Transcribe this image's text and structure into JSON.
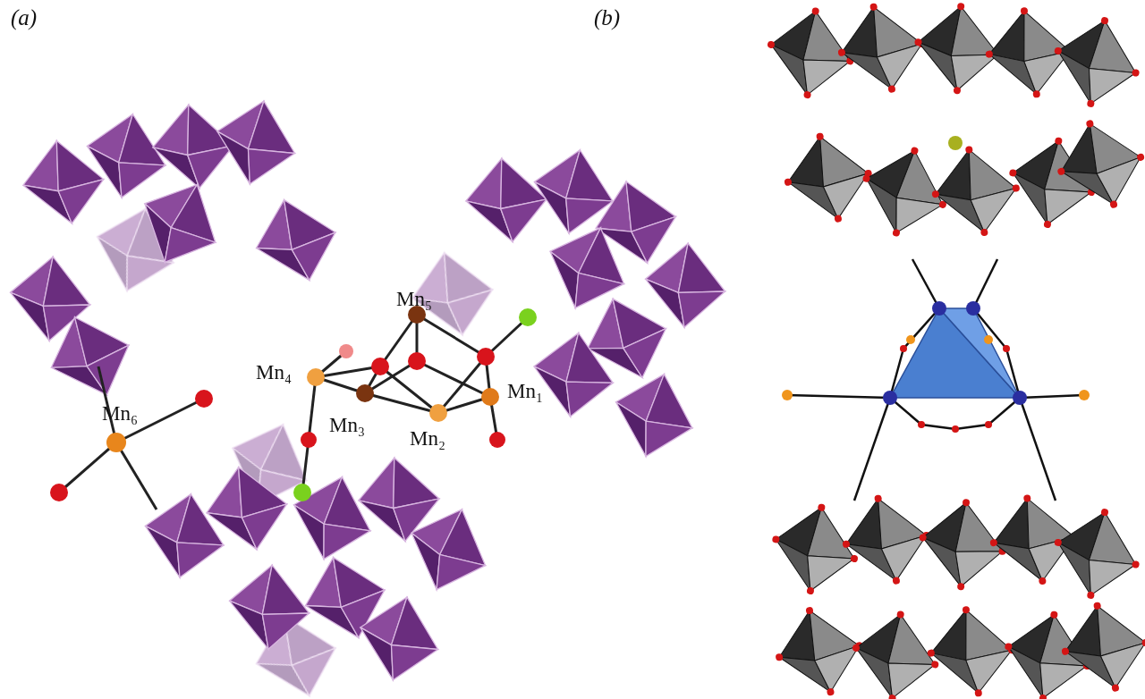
{
  "diagram": {
    "labels": [
      "(a)",
      "(b)",
      "Mn₅",
      "Mn₄",
      "Mn₆",
      "Mn₃",
      "Mn₂",
      "Mn₁"
    ]
  }
}
